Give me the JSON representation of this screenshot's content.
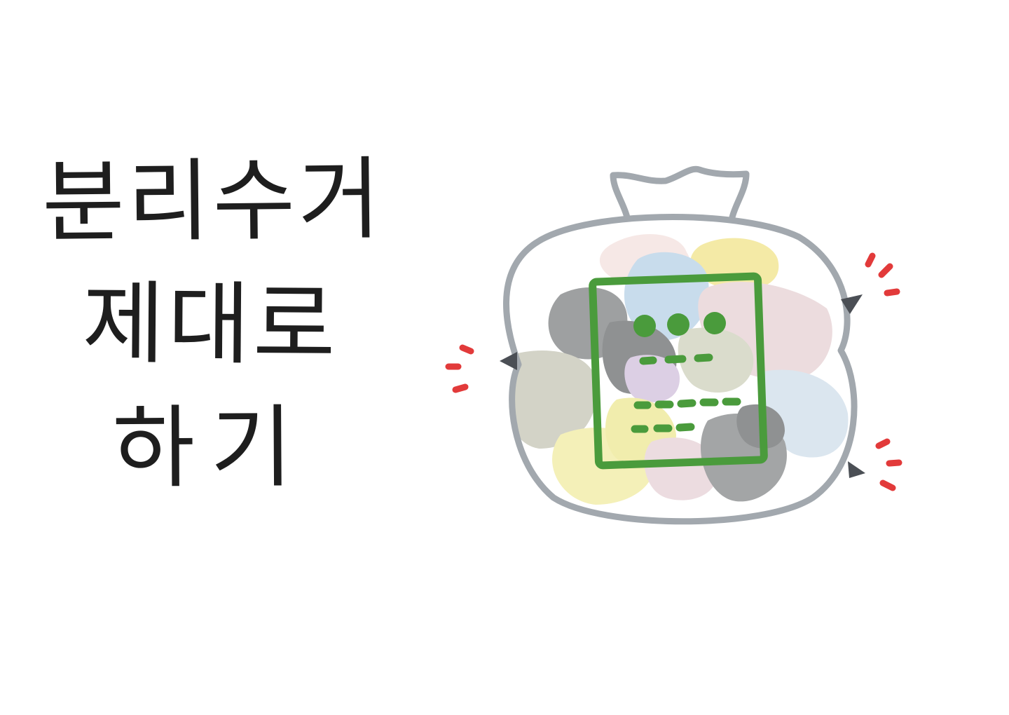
{
  "title": {
    "lines": [
      "분리수거",
      "제대로",
      "하기"
    ]
  },
  "illustration": {
    "icon": "trash-bag-icon",
    "colors": {
      "outline": "#a2a8ae",
      "label_green": "#4a9b3c",
      "burst_red": "#e23a3a",
      "knot_dark": "#4b4f55"
    }
  }
}
